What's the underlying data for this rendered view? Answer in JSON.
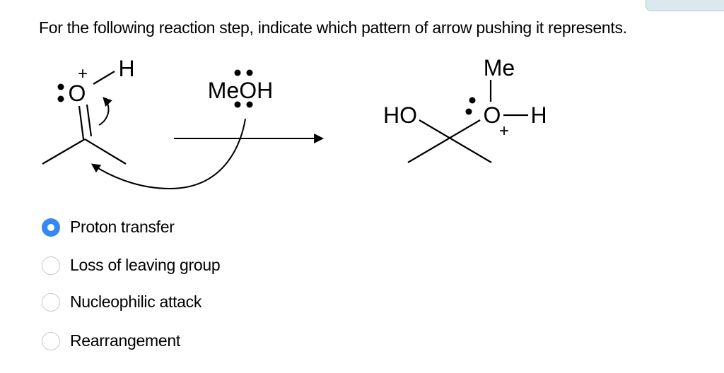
{
  "question": "For the following reaction step, indicate which pattern of arrow pushing it represents.",
  "scheme": {
    "reactant": {
      "charge": "+",
      "oxygen": "O",
      "hydrogen": "H"
    },
    "reagent": {
      "label": "MeOH"
    },
    "product": {
      "hydroxyl": "HO",
      "methyl": "Me",
      "oxygen": "O",
      "hydrogen": "H",
      "charge": "+"
    }
  },
  "options": [
    {
      "label": "Proton transfer",
      "selected": true
    },
    {
      "label": "Loss of leaving group",
      "selected": false
    },
    {
      "label": "Nucleophilic attack",
      "selected": false
    },
    {
      "label": "Rearrangement",
      "selected": false
    }
  ],
  "colors": {
    "radio_selected": "#3488f0",
    "radio_border": "#c7c9cb",
    "card_fill": "#d9e9ed",
    "card_border": "#b9c6ca",
    "ink": "#000000"
  }
}
